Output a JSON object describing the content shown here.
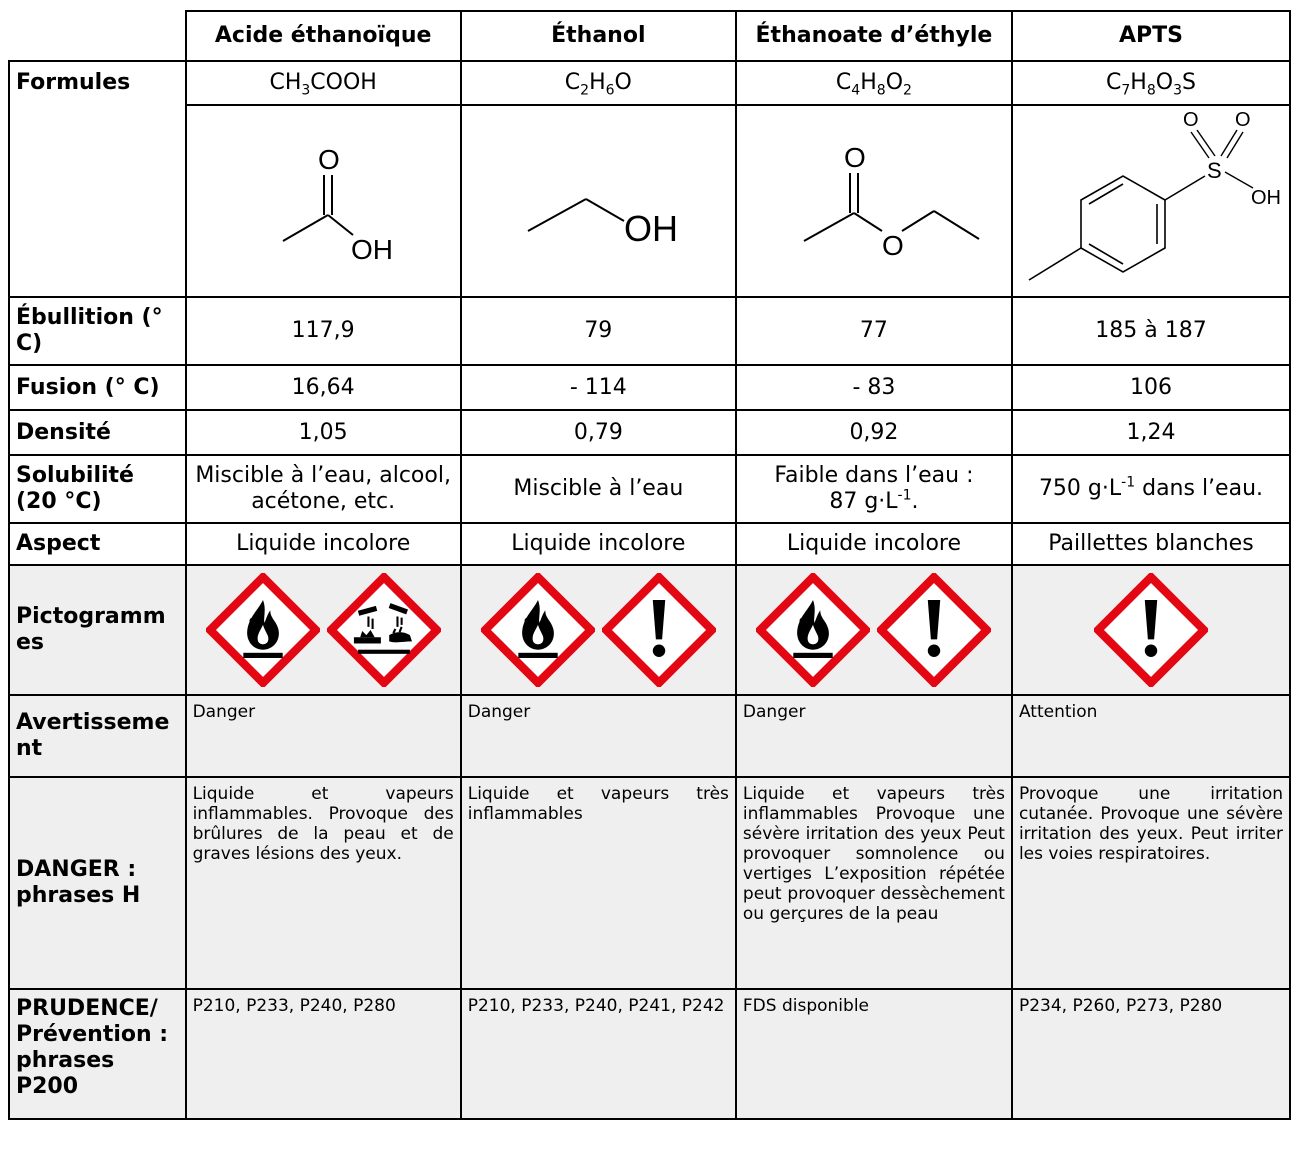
{
  "columns": [
    "Acide éthanoïque",
    "Éthanol",
    "Éthanoate d’éthyle",
    "APTS"
  ],
  "row_labels": {
    "formules": "Formules",
    "ebullition": "Ébullition (° C)",
    "fusion": "Fusion (° C)",
    "densite": "Densité",
    "solubilite": "Solubilité (20 °C)",
    "aspect": "Aspect",
    "pictogrammes": "Pictogramm es",
    "avertissement": "Avertisseme nt",
    "danger": "DANGER : phrases H",
    "prudence": "PRUDENCE/ Prévention : phrases P200"
  },
  "formulas": [
    {
      "parts": [
        "CH",
        "3",
        "COOH"
      ]
    },
    {
      "parts": [
        "C",
        "2",
        "H",
        "6",
        "O"
      ]
    },
    {
      "parts": [
        "C",
        "4",
        "H",
        "8",
        "O",
        "2"
      ]
    },
    {
      "parts": [
        "C",
        "7",
        "H",
        "8",
        "O",
        "3",
        "S"
      ]
    }
  ],
  "structure_labels": {
    "o": "O",
    "oh": "OH",
    "s": "S"
  },
  "ebullition": [
    "117,9",
    "79",
    "77",
    "185 à 187"
  ],
  "fusion": [
    "16,64",
    "- 114",
    "- 83",
    "106"
  ],
  "densite": [
    "1,05",
    "0,79",
    "0,92",
    "1,24"
  ],
  "solubilite": {
    "c0": "Miscible à l’eau, alcool, acétone, etc.",
    "c1": "Miscible à l’eau",
    "c2_a": "Faible dans l’eau :",
    "c2_b": "87 g·L",
    "c2_sup": "-1",
    "c2_c": ".",
    "c3_a": "750 g·L",
    "c3_sup": "-1",
    "c3_b": " dans l’eau."
  },
  "aspect": [
    "Liquide incolore",
    "Liquide incolore",
    "Liquide incolore",
    "Paillettes blanches"
  ],
  "pictograms": [
    [
      "flame-icon",
      "corrosion-icon"
    ],
    [
      "flame-icon",
      "exclamation-icon"
    ],
    [
      "flame-icon",
      "exclamation-icon"
    ],
    [
      "exclamation-icon"
    ]
  ],
  "avertissement": [
    "Danger",
    "Danger",
    "Danger",
    "Attention"
  ],
  "danger_h": [
    "Liquide et vapeurs inflammables. Provoque des brûlures de la peau et de graves lésions des yeux.",
    "Liquide et vapeurs très inflammables",
    "Liquide et vapeurs très inflammables Provoque une sévère irritation des yeux Peut provoquer somnolence ou vertiges L’exposition répétée peut provoquer dessèchement ou gerçures de la peau",
    "Provoque une irritation cutanée. Provoque une sévère irritation des yeux. Peut irriter les voies respiratoires."
  ],
  "prudence": [
    "P210, P233, P240, P280",
    "P210, P233, P240, P241, P242",
    "FDS disponible",
    "P234, P260, P273, P280"
  ],
  "colors": {
    "ghs_red": "#e30613",
    "border": "#000000",
    "gray_bg": "#efefef"
  }
}
